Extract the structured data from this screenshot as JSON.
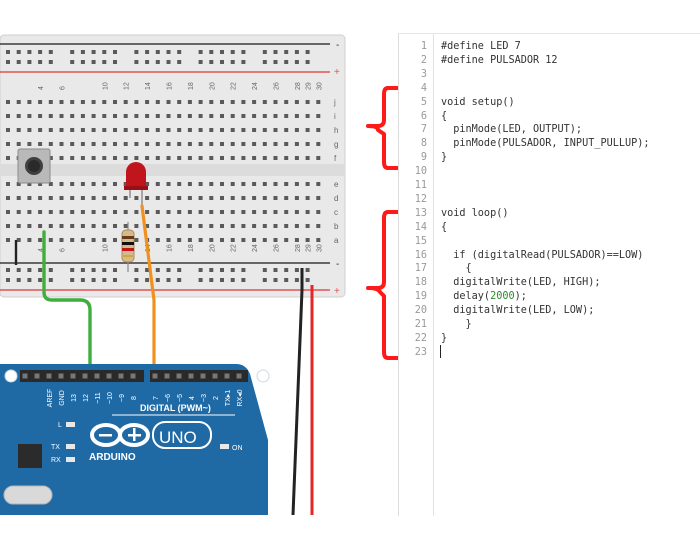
{
  "colors": {
    "breadboard": "#e9e9e9",
    "board": "#1f6aa5",
    "wire_green": "#3fae3f",
    "wire_orange": "#f0901e",
    "wire_black": "#222222",
    "wire_red": "#e32626",
    "brace_red": "#ff1a1a",
    "led_red": "#c0151c",
    "rail_red": "#e05252"
  },
  "breadboard": {
    "rail_minus": "-",
    "rail_plus": "+",
    "row_letters_top": [
      "j",
      "i",
      "h",
      "g",
      "f"
    ],
    "row_letters_bottom": [
      "e",
      "d",
      "c",
      "b",
      "a"
    ],
    "column_numbers_visible": [
      "4",
      "6",
      "10",
      "12",
      "14",
      "16",
      "18",
      "20",
      "22",
      "24",
      "26",
      "28",
      "29",
      "30"
    ]
  },
  "arduino": {
    "header_labels": [
      "AREF",
      "GND",
      "13",
      "12",
      "~11",
      "~10",
      "~9",
      "8",
      "7",
      "~6",
      "~5",
      "4",
      "~3",
      "2",
      "TX▸1",
      "RX◂0"
    ],
    "digital_label": "DIGITAL (PWM~)",
    "brand": "ARDUINO",
    "model": "UNO",
    "led_labels": [
      "L",
      "TX",
      "RX"
    ],
    "on_label": "ON"
  },
  "editor": {
    "lines": [
      {
        "n": "1",
        "code": "#define LED 7"
      },
      {
        "n": "2",
        "code": "#define PULSADOR 12"
      },
      {
        "n": "3",
        "code": ""
      },
      {
        "n": "4",
        "code": ""
      },
      {
        "n": "5",
        "code": "void setup()"
      },
      {
        "n": "6",
        "code": "{"
      },
      {
        "n": "7",
        "code": "  pinMode(LED, OUTPUT);"
      },
      {
        "n": "8",
        "code": "  pinMode(PULSADOR, INPUT_PULLUP);"
      },
      {
        "n": "9",
        "code": "}"
      },
      {
        "n": "10",
        "code": ""
      },
      {
        "n": "11",
        "code": ""
      },
      {
        "n": "12",
        "code": ""
      },
      {
        "n": "13",
        "code": "void loop()"
      },
      {
        "n": "14",
        "code": "{"
      },
      {
        "n": "15",
        "code": ""
      },
      {
        "n": "16",
        "code": "  if (digitalRead(PULSADOR)==LOW)"
      },
      {
        "n": "17",
        "code": "    {"
      },
      {
        "n": "18",
        "code": "  digitalWrite(LED, HIGH);"
      },
      {
        "n": "19",
        "code": "  delay(2000);"
      },
      {
        "n": "20",
        "code": "  digitalWrite(LED, LOW);"
      },
      {
        "n": "21",
        "code": "    }"
      },
      {
        "n": "22",
        "code": "}"
      },
      {
        "n": "23",
        "code": ""
      }
    ],
    "delay_value": "2000"
  }
}
